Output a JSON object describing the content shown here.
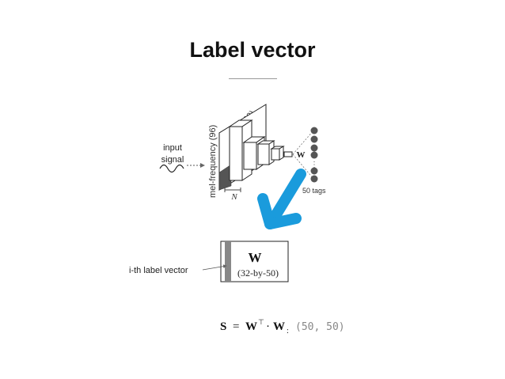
{
  "slide": {
    "title": "Label vector"
  },
  "cnn_diagram": {
    "input_label_line1": "input",
    "input_label_line2": "signal",
    "freq_axis_label": "mel-frequency (96)",
    "time_axis_label": "time (1360)",
    "window_label": "N",
    "weight_label": "W",
    "dots_symbol": "⋮",
    "tags_label": "50 tags"
  },
  "matrix": {
    "name": "W",
    "dims": "(32-by-50)",
    "pointer_label": "i-th label vector"
  },
  "formula": {
    "lhs": "S",
    "equals": "=",
    "w1": "W",
    "transpose": "⊤",
    "dot": "·",
    "w2": "W",
    "subscript": ":",
    "shape": "(50, 50)"
  },
  "colors": {
    "arrow": "#1a9bdc",
    "node": "#555555",
    "bar": "#888888"
  }
}
